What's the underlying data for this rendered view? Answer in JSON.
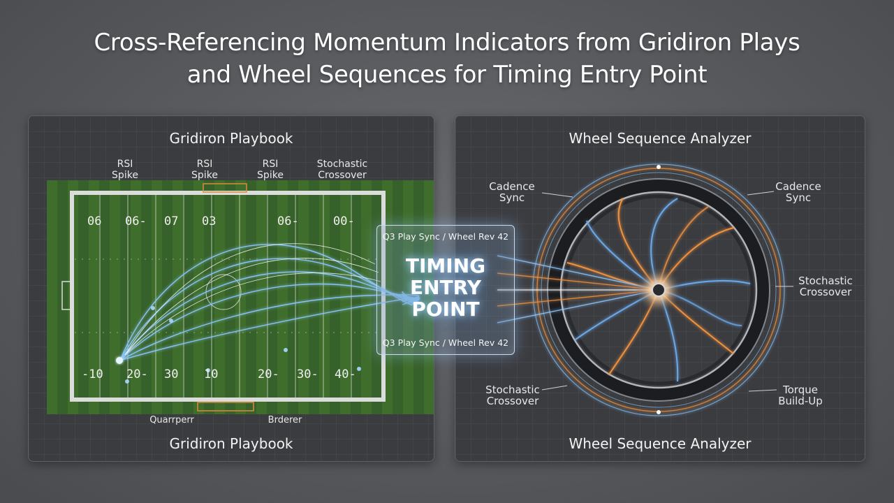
{
  "title": "Cross-Referencing Momentum Indicators from Gridiron Plays\nand Wheel Sequences for Timing Entry Point",
  "left_panel": {
    "title": "Gridiron Playbook",
    "footer": "Gridiron Playbook",
    "top_labels": [
      {
        "text": "RSI\nSpike"
      },
      {
        "text": "RSI\nSpike"
      },
      {
        "text": "RSI\nSpike"
      },
      {
        "text": "Stochastic\nCrossover"
      }
    ],
    "upper_yard_numbers": [
      "06",
      "06-",
      "07",
      "03",
      "06-",
      "00-"
    ],
    "lower_yard_numbers": [
      "-10",
      "20-",
      "30",
      "10",
      "20-",
      "30-",
      "40-"
    ],
    "bottom_labels": [
      "Quarrperr",
      "Brderer"
    ],
    "field_color": "#3d6b2a"
  },
  "center": {
    "top_label": "Q3 Play Sync / Wheel Rev 42",
    "main_label": "TIMING\nENTRY\nPOINT",
    "bottom_label": "Q3 Play Sync / Wheel Rev 42"
  },
  "right_panel": {
    "title": "Wheel Sequence Analyzer",
    "footer": "Wheel Sequence Analyzer",
    "labels": [
      {
        "text": "Cadence\nSync",
        "side": "top-left"
      },
      {
        "text": "Cadence\nSync",
        "side": "top-right"
      },
      {
        "text": "Stochastic\nCrossover",
        "side": "right"
      },
      {
        "text": "Stochastic\nCrossover",
        "side": "bottom-left"
      },
      {
        "text": "Torque\nBuild-Up",
        "side": "bottom-right"
      }
    ],
    "spoke_colors": [
      "#f08a3c",
      "#6aa8e8"
    ]
  },
  "colors": {
    "blue_glow": "#8ec9ff",
    "orange": "#f0913e"
  }
}
